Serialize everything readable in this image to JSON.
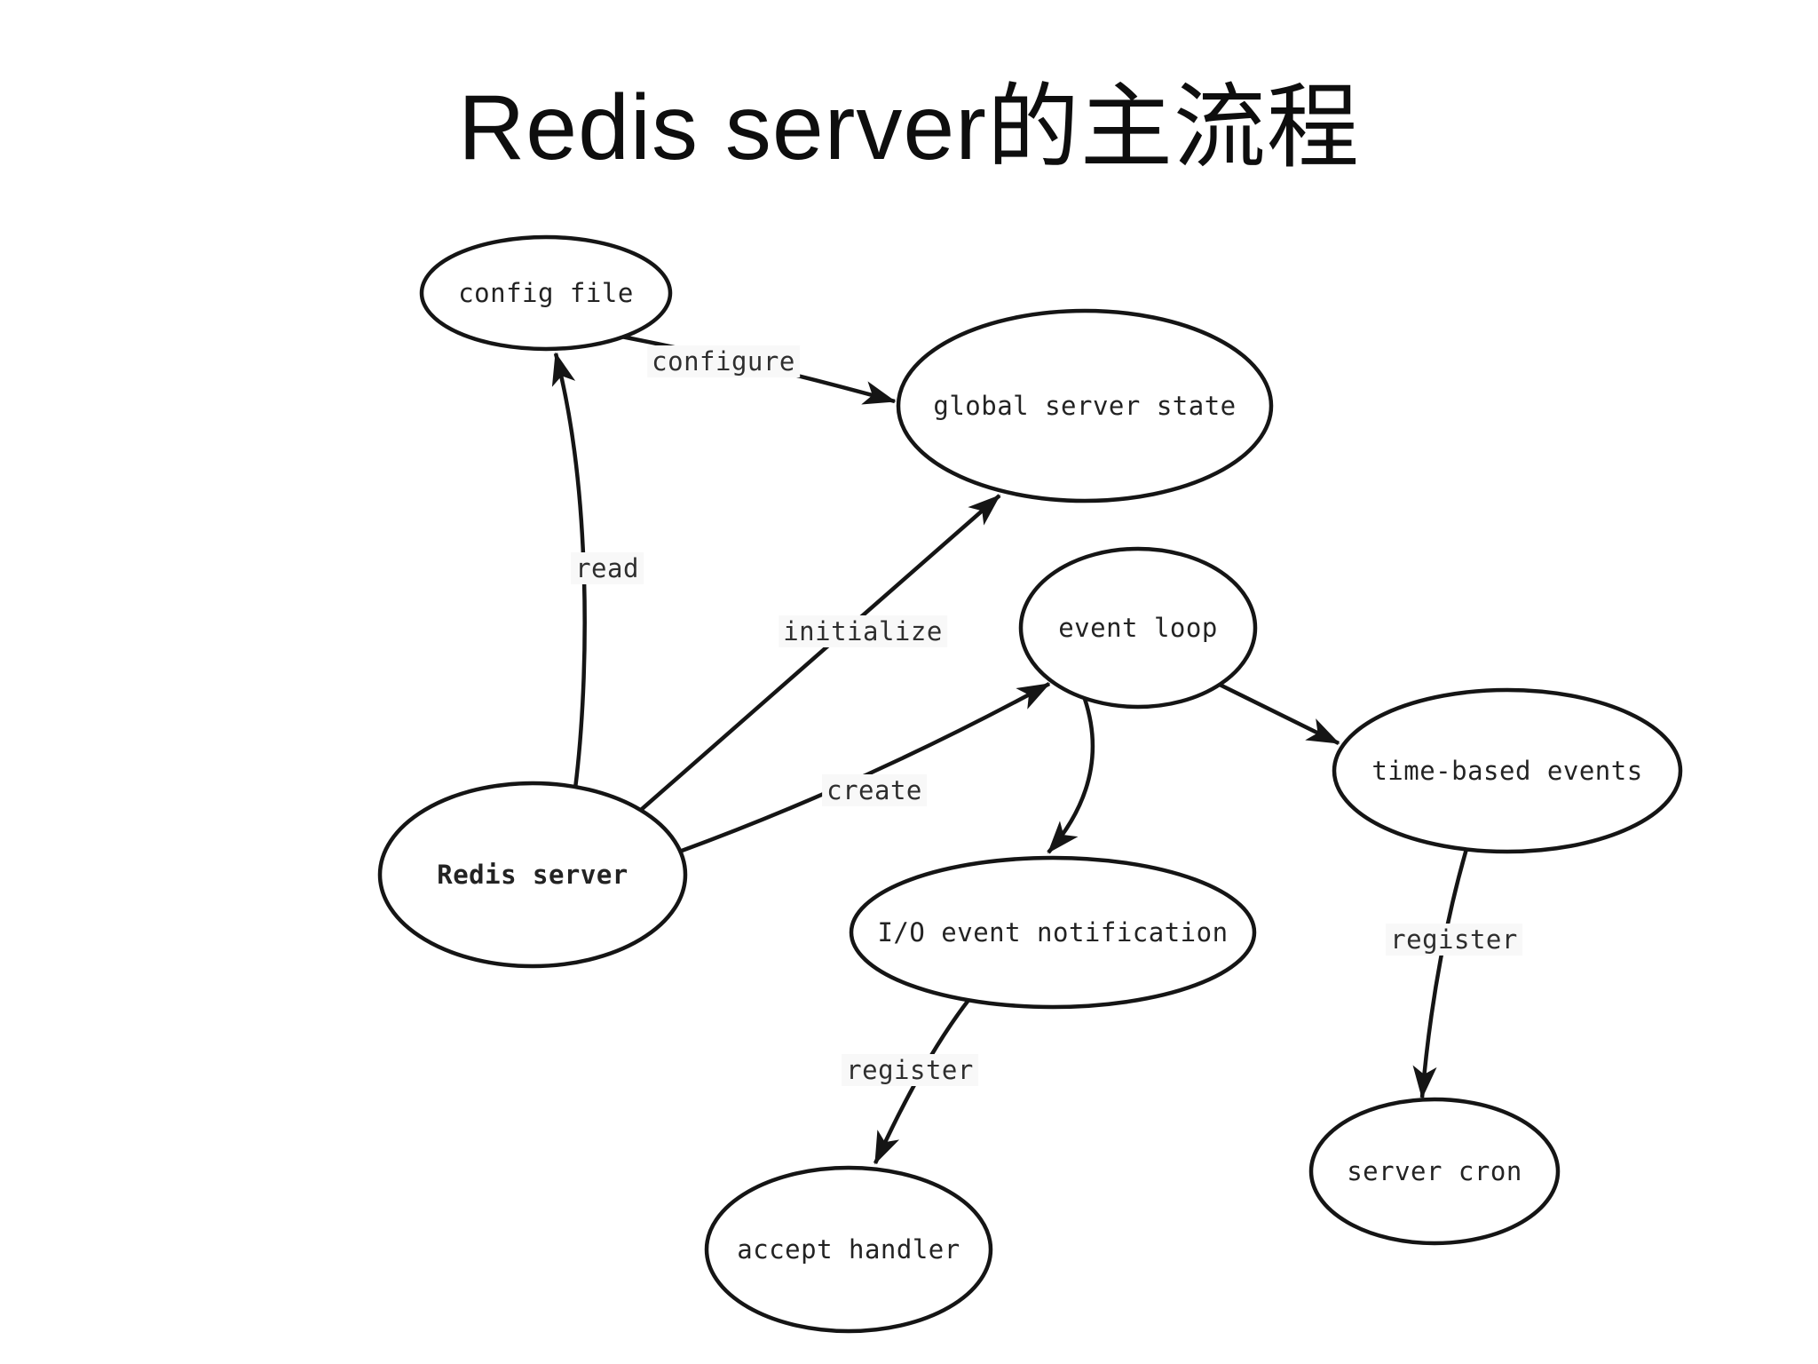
{
  "title": "Redis server的主流程",
  "colors": {
    "background": "#ffffff",
    "stroke": "#151515",
    "text": "#232323"
  },
  "diagram": {
    "nodes": [
      {
        "id": "config-file",
        "label": "config file"
      },
      {
        "id": "global-server-state",
        "label": "global server state"
      },
      {
        "id": "event-loop",
        "label": "event loop"
      },
      {
        "id": "time-based-events",
        "label": "time-based events"
      },
      {
        "id": "redis-server",
        "label": "Redis server"
      },
      {
        "id": "io-event-notification",
        "label": "I/O event notification"
      },
      {
        "id": "server-cron",
        "label": "server cron"
      },
      {
        "id": "accept-handler",
        "label": "accept handler"
      }
    ],
    "edges": [
      {
        "from": "config-file",
        "to": "global-server-state",
        "label": "configure"
      },
      {
        "from": "redis-server",
        "to": "config-file",
        "label": "read"
      },
      {
        "from": "redis-server",
        "to": "global-server-state",
        "label": "initialize"
      },
      {
        "from": "redis-server",
        "to": "event-loop",
        "label": "create"
      },
      {
        "from": "event-loop",
        "to": "time-based-events",
        "label": ""
      },
      {
        "from": "event-loop",
        "to": "io-event-notification",
        "label": ""
      },
      {
        "from": "io-event-notification",
        "to": "accept-handler",
        "label": "register"
      },
      {
        "from": "time-based-events",
        "to": "server-cron",
        "label": "register"
      }
    ]
  }
}
